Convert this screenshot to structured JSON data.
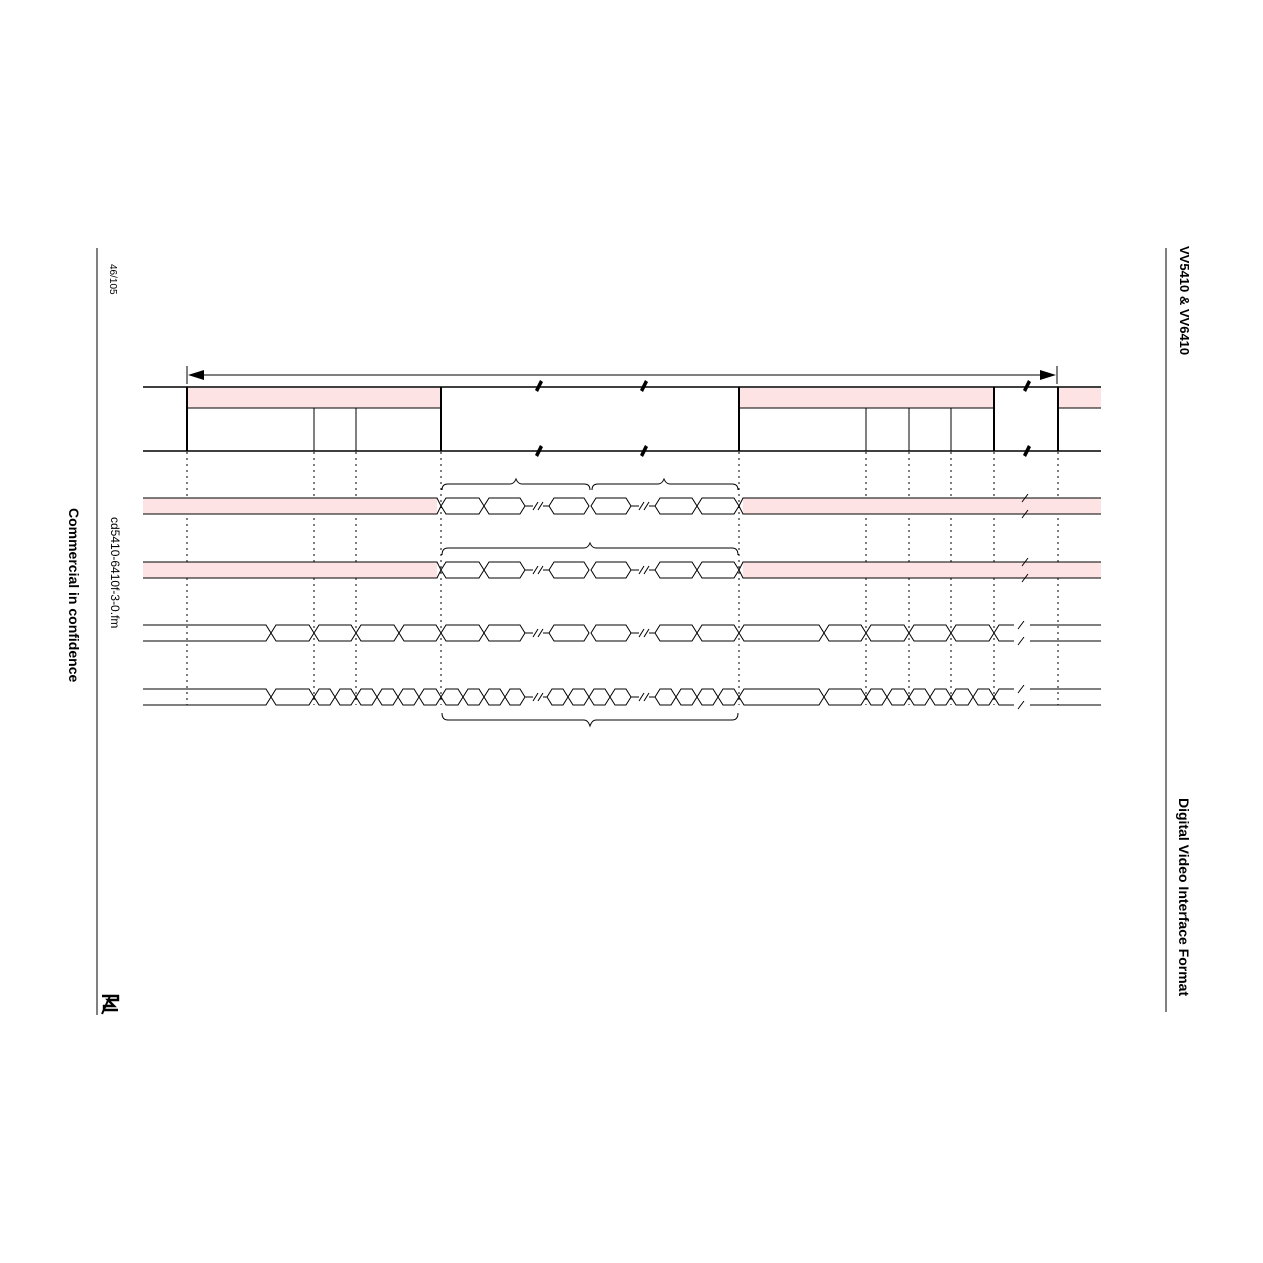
{
  "header": {
    "product": "VV5410 & VV6410",
    "section": "Digital Video Interface Format"
  },
  "footer": {
    "page": "46/105",
    "file": "cd5410-6410f-3-0.fm",
    "confidentiality": "Commercial in confidence",
    "logo": "st-logo-icon"
  },
  "colors": {
    "shade": "#fde3e3",
    "line": "#000000"
  }
}
